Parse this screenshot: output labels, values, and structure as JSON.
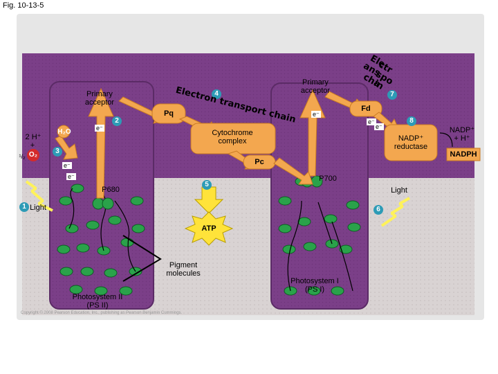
{
  "figure_label": "Fig. 10-13-5",
  "colors": {
    "membrane_purple": "#7b3f88",
    "thylakoid_lumen": "#d7d0d0",
    "protein_green": "#2aa24a",
    "arrow_orange": "#f3a74f",
    "step_badge_teal": "#2d9bb6",
    "atp_yellow": "#ffe33a",
    "light_yellow": "#fff25a"
  },
  "labels": {
    "primary_acceptor_ps2": "Primary\nacceptor",
    "primary_acceptor_ps1": "Primary\nacceptor",
    "etc_left": "Electron transport chain",
    "etc_right_lines": [
      "Ele",
      "ctr",
      "ans",
      "spo",
      "cha",
      "in"
    ],
    "pq": "Pq",
    "cytochrome_complex": "Cytochrome\ncomplex",
    "pc": "Pc",
    "fd": "Fd",
    "nadp_reductase": "NADP⁺\nreductase",
    "nadp_plus_h": "NADP⁺\n+ H⁺",
    "nadph": "NADPH",
    "h2o": "H₂O",
    "two_h_plus": "2 H⁺",
    "plus": "+",
    "half": "¹/₂",
    "o2": "O₂",
    "electron": "e⁻",
    "p680": "P680",
    "p700": "P700",
    "light_left": "Light",
    "light_right": "Light",
    "atp": "ATP",
    "pigment_molecules": "Pigment\nmolecules",
    "photosystem_2": "Photosystem II\n(PS II)",
    "photosystem_1": "Photosystem I\n(PS I)",
    "copyright": "Copyright © 2008 Pearson Education, Inc., publishing as Pearson Benjamin Cummings."
  },
  "steps": [
    "1",
    "2",
    "3",
    "4",
    "5",
    "6",
    "7",
    "8"
  ]
}
